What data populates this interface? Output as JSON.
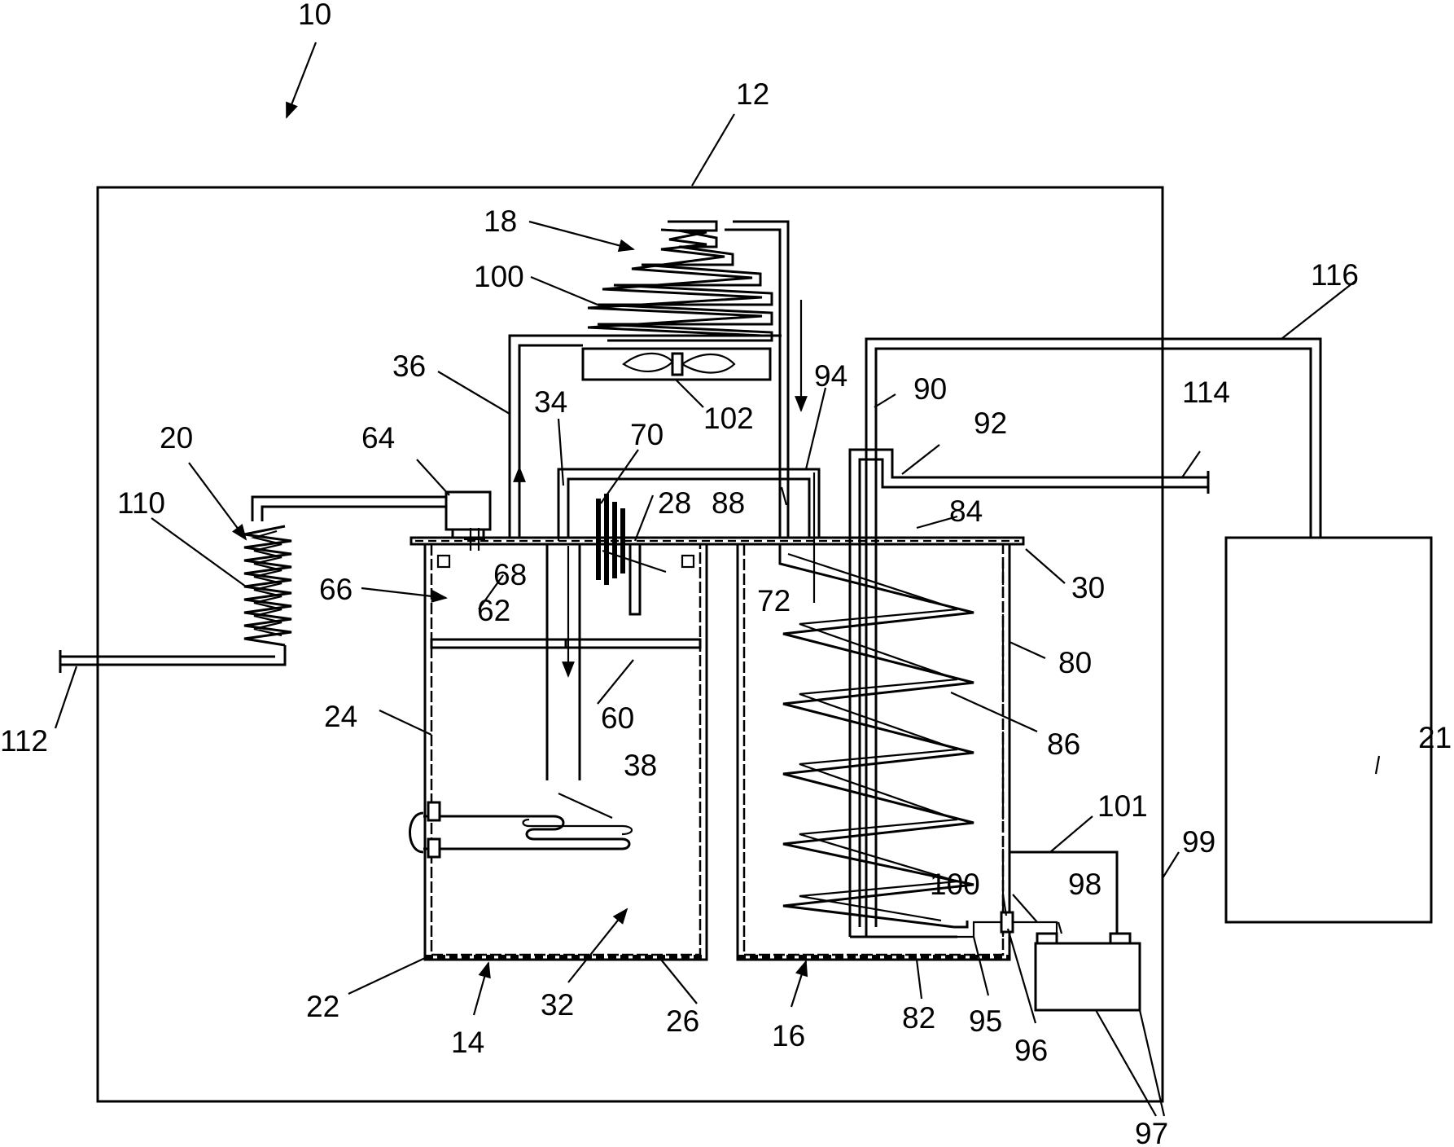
{
  "labels": {
    "l10": "10",
    "l12": "12",
    "l18": "18",
    "l100a": "100",
    "l36": "36",
    "l34": "34",
    "l70": "70",
    "l102": "102",
    "l94": "94",
    "l90": "90",
    "l92": "92",
    "l114": "114",
    "l116": "116",
    "l20": "20",
    "l110": "110",
    "l64": "64",
    "l28": "28",
    "l88": "88",
    "l84": "84",
    "l66": "66",
    "l68": "68",
    "l72": "72",
    "l30": "30",
    "l62": "62",
    "l80": "80",
    "l60": "60",
    "l112": "112",
    "l24": "24",
    "l86": "86",
    "l38": "38",
    "l101": "101",
    "l99": "99",
    "l21": "21",
    "l98": "98",
    "l100b": "100",
    "l22": "22",
    "l32": "32",
    "l26": "26",
    "l14": "14",
    "l16": "16",
    "l82": "82",
    "l95": "95",
    "l96": "96",
    "l97": "97"
  }
}
